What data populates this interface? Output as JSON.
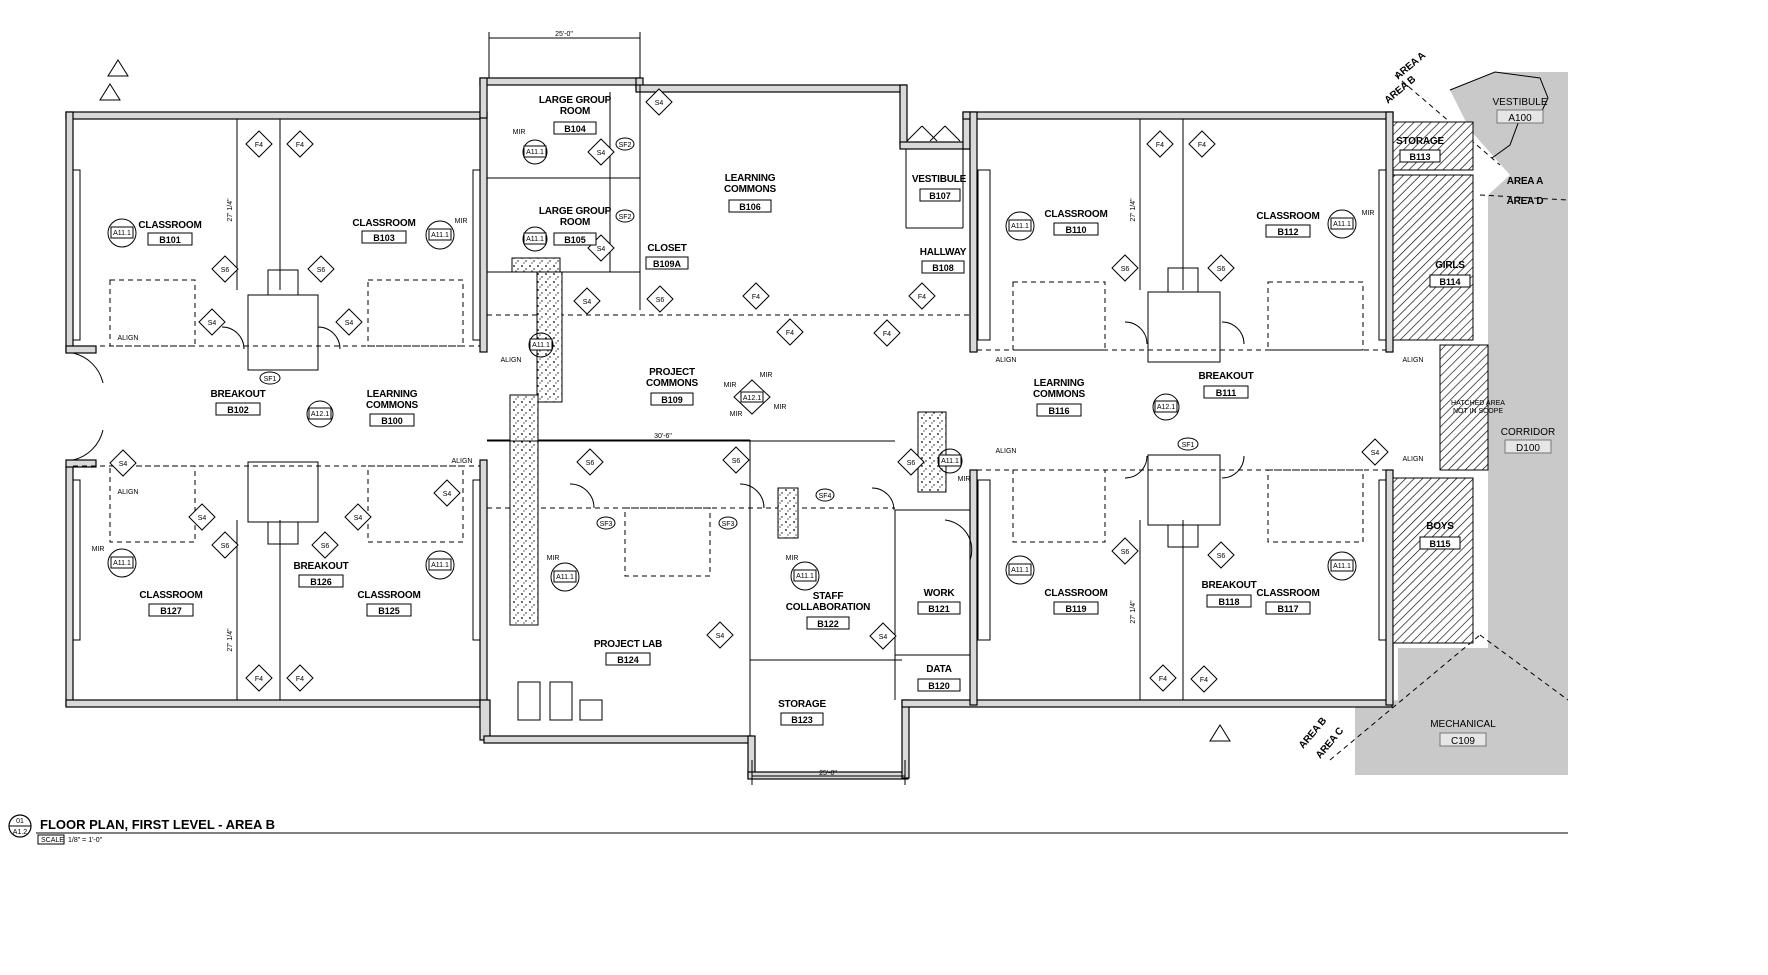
{
  "title": {
    "text": "FLOOR PLAN, FIRST LEVEL - AREA B",
    "detail_number": "01",
    "sheet": "A1.2",
    "scale_label": "SCALE",
    "scale_value": "1/8\" = 1'-0\""
  },
  "rooms": [
    {
      "id": "b101",
      "name": "CLASSROOM",
      "number": "B101"
    },
    {
      "id": "b103",
      "name": "CLASSROOM",
      "number": "B103"
    },
    {
      "id": "b104",
      "name": "LARGE GROUP ROOM",
      "number": "B104"
    },
    {
      "id": "b105",
      "name": "LARGE GROUP ROOM",
      "number": "B105"
    },
    {
      "id": "b106",
      "name": "LEARNING COMMONS",
      "number": "B106"
    },
    {
      "id": "b107",
      "name": "VESTIBULE",
      "number": "B107"
    },
    {
      "id": "b108",
      "name": "HALLWAY",
      "number": "B108"
    },
    {
      "id": "b109a",
      "name": "CLOSET",
      "number": "B109A"
    },
    {
      "id": "b102",
      "name": "BREAKOUT",
      "number": "B102"
    },
    {
      "id": "b100",
      "name": "LEARNING COMMONS",
      "number": "B100"
    },
    {
      "id": "b109",
      "name": "PROJECT COMMONS",
      "number": "B109"
    },
    {
      "id": "b110",
      "name": "CLASSROOM",
      "number": "B110"
    },
    {
      "id": "b112",
      "name": "CLASSROOM",
      "number": "B112"
    },
    {
      "id": "b113",
      "name": "STORAGE",
      "number": "B113"
    },
    {
      "id": "b114",
      "name": "GIRLS",
      "number": "B114"
    },
    {
      "id": "b116",
      "name": "LEARNING COMMONS",
      "number": "B116"
    },
    {
      "id": "b111",
      "name": "BREAKOUT",
      "number": "B111"
    },
    {
      "id": "b127",
      "name": "CLASSROOM",
      "number": "B127"
    },
    {
      "id": "b126",
      "name": "BREAKOUT",
      "number": "B126"
    },
    {
      "id": "b125",
      "name": "CLASSROOM",
      "number": "B125"
    },
    {
      "id": "b124",
      "name": "PROJECT LAB",
      "number": "B124"
    },
    {
      "id": "b122",
      "name": "STAFF COLLABORATION",
      "number": "B122"
    },
    {
      "id": "b123",
      "name": "STORAGE",
      "number": "B123"
    },
    {
      "id": "b121",
      "name": "WORK",
      "number": "B121"
    },
    {
      "id": "b120",
      "name": "DATA",
      "number": "B120"
    },
    {
      "id": "b119",
      "name": "CLASSROOM",
      "number": "B119"
    },
    {
      "id": "b118",
      "name": "BREAKOUT",
      "number": "B118"
    },
    {
      "id": "b117",
      "name": "CLASSROOM",
      "number": "B117"
    },
    {
      "id": "b115",
      "name": "BOYS",
      "number": "B115"
    }
  ],
  "adjacent_areas": [
    {
      "id": "a100",
      "name": "VESTIBULE",
      "number": "A100"
    },
    {
      "id": "d100",
      "name": "CORRIDOR",
      "number": "D100"
    },
    {
      "id": "c109",
      "name": "MECHANICAL",
      "number": "C109"
    }
  ],
  "match_lines": [
    {
      "id": "ab",
      "top": "AREA A",
      "bottom": "AREA B"
    },
    {
      "id": "ad",
      "top": "AREA A",
      "bottom": "AREA D"
    },
    {
      "id": "bc",
      "top": "AREA B",
      "bottom": "AREA C"
    }
  ],
  "notes": {
    "not_in_scope": "HATCHED AREA NOT IN SCOPE",
    "align": "ALIGN",
    "mir": "MIR"
  },
  "tags": {
    "elev_a111": "A11.1",
    "elev_a121": "A12.1",
    "f4": "F4",
    "s4": "S4",
    "s6": "S6",
    "sf2": "SF2",
    "sf3": "SF3",
    "sf4": "SF4",
    "sf1": "SF1"
  },
  "dimensions": {
    "top": "25'-0\"",
    "bottom": "25'-0\"",
    "mid": "30'-6\"",
    "v1": "27' 1/4\""
  }
}
